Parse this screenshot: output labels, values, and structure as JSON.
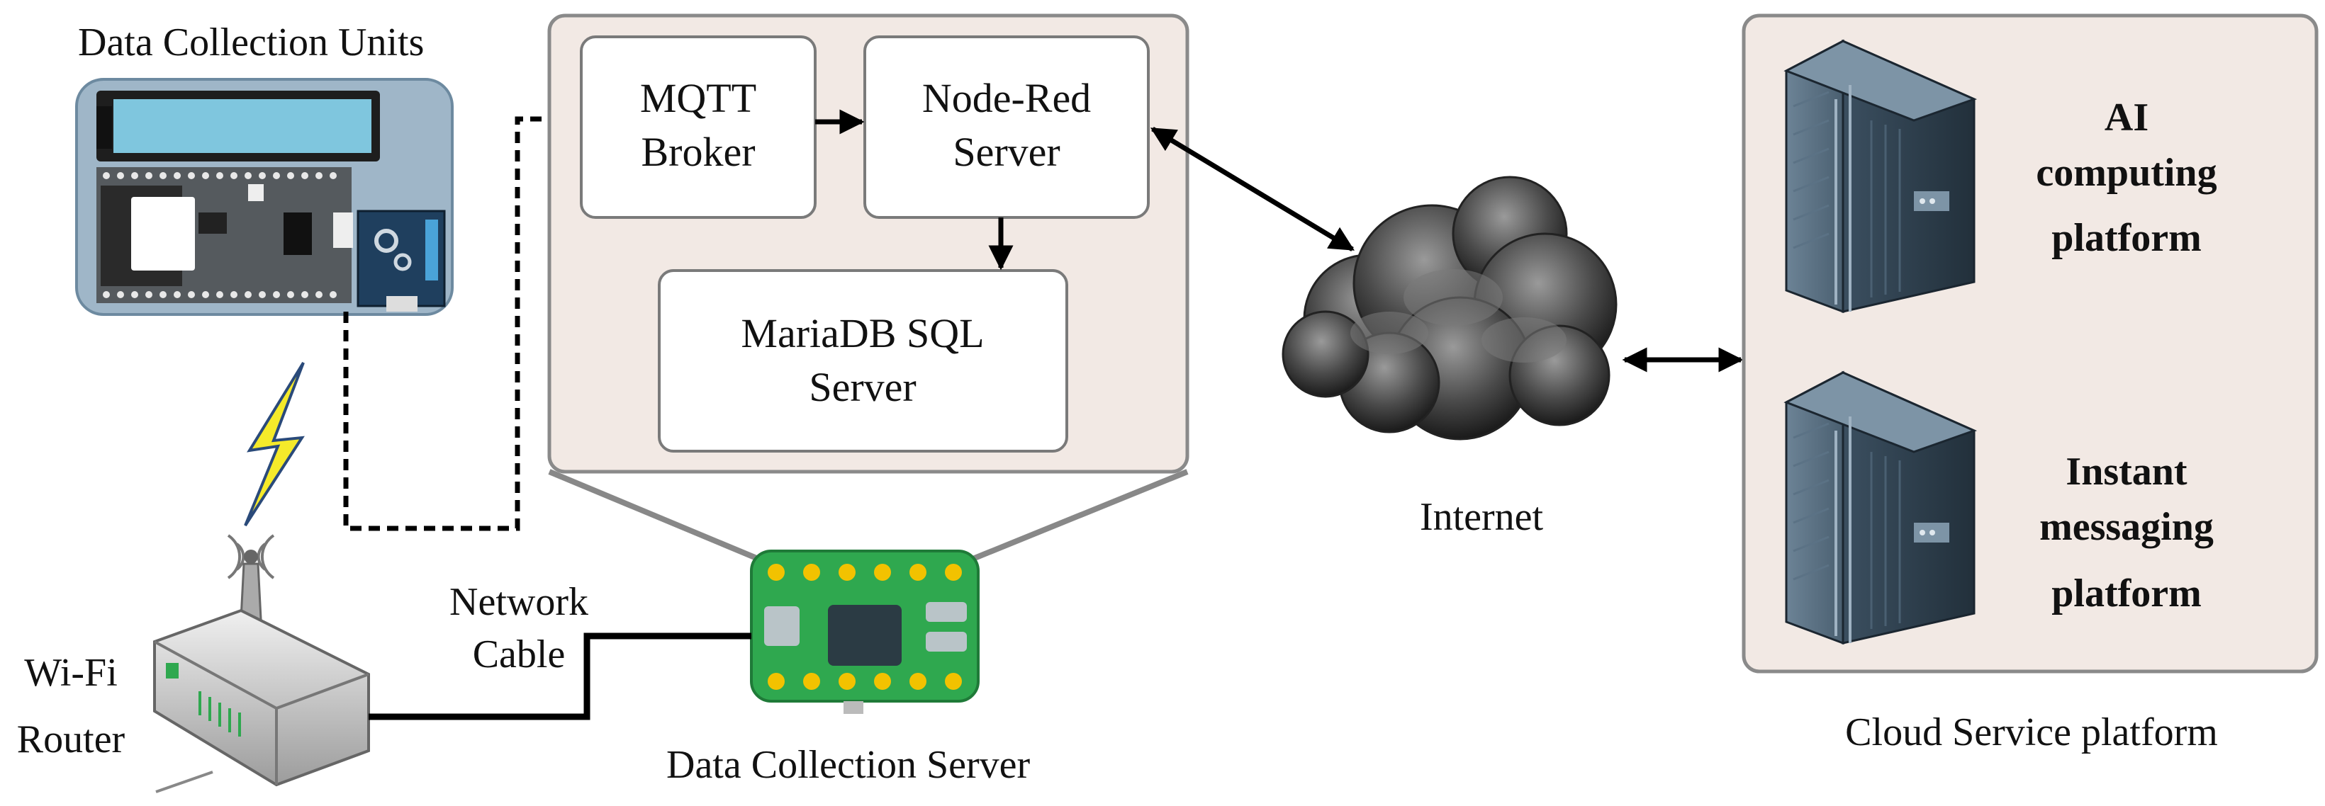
{
  "units": {
    "title": "Data Collection Units"
  },
  "server": {
    "mqtt": [
      "MQTT",
      "Broker"
    ],
    "nodered": [
      "Node-Red",
      "Server"
    ],
    "mariadb": [
      "MariaDB SQL",
      "Server"
    ],
    "caption": "Data Collection Server"
  },
  "router": {
    "label": [
      "Wi-Fi",
      "Router"
    ],
    "cable": [
      "Network",
      "Cable"
    ]
  },
  "internet": {
    "label": "Internet"
  },
  "cloud": {
    "ai": [
      "AI",
      "computing",
      "platform"
    ],
    "im": [
      "Instant",
      "messaging",
      "platform"
    ],
    "caption": "Cloud Service platform"
  },
  "colors": {
    "panel_fill": "#f2e9e4",
    "panel_stroke": "#8a8a8a",
    "box_stroke": "#7a7a7a",
    "pcb_green": "#2fa84f",
    "unit_bg": "#9fb6c8",
    "lcd": "#7fc6de",
    "lightning": "#f5ea2a",
    "server_dark": "#2b3b48",
    "server_light": "#51697c"
  },
  "icons": [
    "esp32-board-icon",
    "lightning-icon",
    "wifi-router-icon",
    "raspberry-pi-board-icon",
    "cloud-icon",
    "server-rack-icon"
  ]
}
